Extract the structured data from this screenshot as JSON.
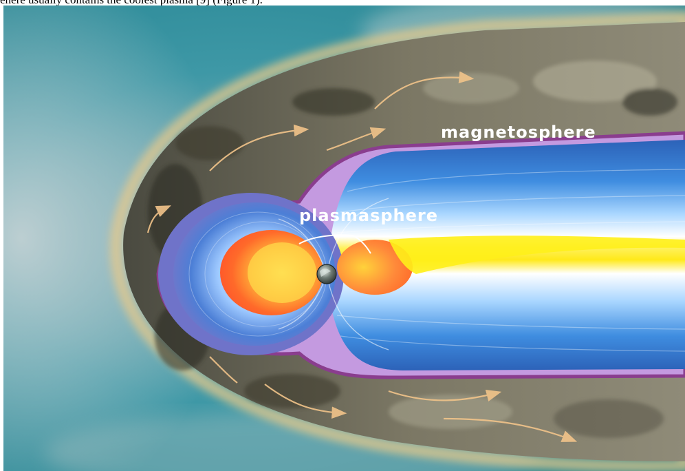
{
  "caption": {
    "text": "ehere usually contains the coolest plasma [9] (Figure 1)."
  },
  "figure": {
    "labels": {
      "magnetosphere": "magnetosphere",
      "plasmasphere": "plasmasphere"
    },
    "colors": {
      "space_teal": "#2b8a99",
      "bow_shock_glow": "#d9b679",
      "magnetosheath": "#6f6a58",
      "magnetosphere_boundary": "#8a3d8e",
      "magnetotail_blue": "#3a7fd0",
      "plasmasphere_inner_orange": "#ff6a2a",
      "plasma_sheet_yellow": "#ffef1a",
      "earth": "#5d6b66"
    },
    "icons": {
      "earth": "earth-icon"
    }
  }
}
